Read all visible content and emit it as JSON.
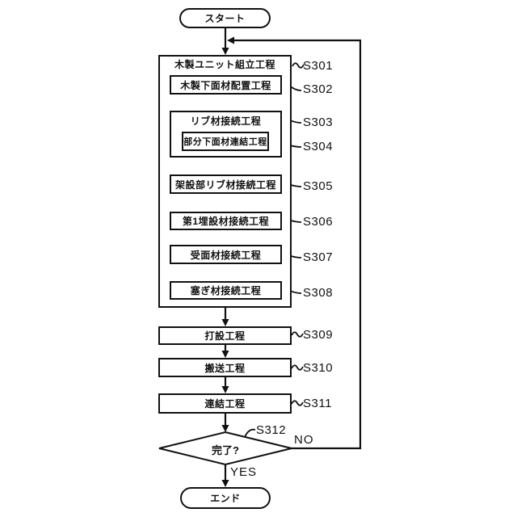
{
  "flowchart": {
    "start": {
      "label": "スタート"
    },
    "end": {
      "label": "エンド"
    },
    "assembly_process": {
      "step": "S301",
      "label": "木製ユニット組立工程",
      "children": [
        {
          "step": "S302",
          "label": "木製下面材配置工程"
        },
        {
          "step": "S303",
          "label": "リブ材接続工程",
          "child": {
            "step": "S304",
            "label": "部分下面材連結工程"
          }
        },
        {
          "step": "S305",
          "label": "架設部リブ材接続工程"
        },
        {
          "step": "S306",
          "label": "第1埋設材接続工程"
        },
        {
          "step": "S307",
          "label": "受面材接続工程"
        },
        {
          "step": "S308",
          "label": "塞ぎ材接続工程"
        }
      ]
    },
    "main_steps": [
      {
        "step": "S309",
        "label": "打設工程"
      },
      {
        "step": "S310",
        "label": "搬送工程"
      },
      {
        "step": "S311",
        "label": "連結工程"
      }
    ],
    "decision": {
      "step": "S312",
      "label": "完了?",
      "yes": "YES",
      "no": "NO"
    },
    "colors": {
      "line": "#111111",
      "background": "#ffffff"
    }
  }
}
